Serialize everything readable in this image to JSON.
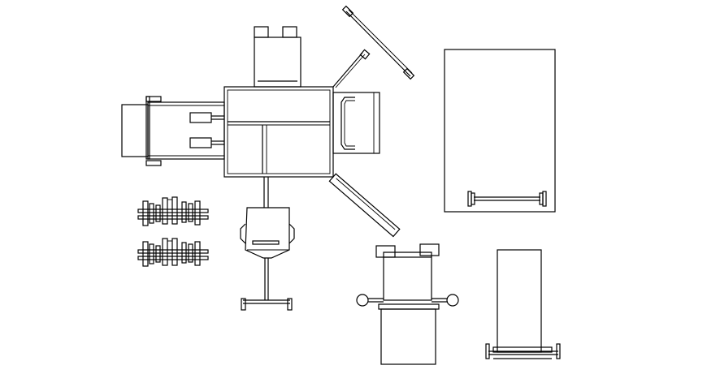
{
  "drawing": {
    "background": "#ffffff",
    "stroke_color": "#000000",
    "blocks": [
      {
        "name": "gym-multistation"
      },
      {
        "name": "adjustable-bench"
      },
      {
        "name": "barbell-bench"
      },
      {
        "name": "rowing-machine"
      },
      {
        "name": "dumbbell-rack"
      },
      {
        "name": "pulldown-bench"
      }
    ]
  }
}
